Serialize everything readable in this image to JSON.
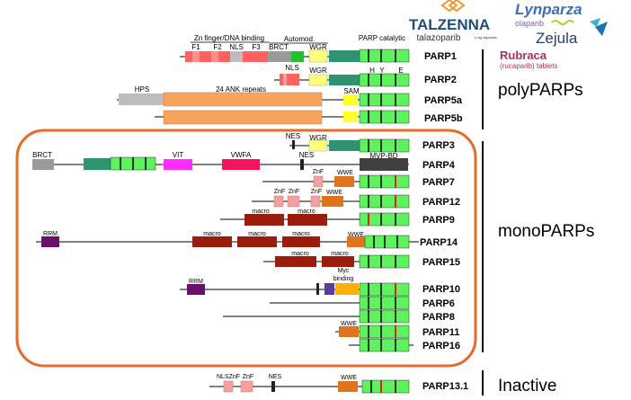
{
  "title": "",
  "drug_logos": {
    "talzenna": "TALZENNA",
    "talzenna_sub": "talazoparib",
    "talzenna_dose": "1 mg capsules",
    "lynparza": "Lynparza",
    "lynparza_sub": "olaparib",
    "zejula": "Zejula",
    "rubraca": "Rubraca",
    "rubraca_sub": "(rucaparib) tablets"
  },
  "group_labels": {
    "poly": "polyPARPs",
    "mono": "monoPARPs",
    "inactive": "Inactive"
  },
  "domain_top_labels": {
    "zn_finger": "Zn finger/DNA binding",
    "f1": "F1",
    "f2": "F2",
    "nls": "NLS",
    "f3": "F3",
    "brct": "BRCT",
    "automod": "Automod.",
    "wgr": "WGR",
    "parp_catalytic": "PARP catalytic",
    "h": "H",
    "y": "Y",
    "e": "E"
  },
  "proteins": [
    {
      "name": "PARP1"
    },
    {
      "name": "PARP2"
    },
    {
      "name": "PARP5a"
    },
    {
      "name": "PARP5b"
    },
    {
      "name": "PARP3"
    },
    {
      "name": "PARP4"
    },
    {
      "name": "PARP7"
    },
    {
      "name": "PARP12"
    },
    {
      "name": "PARP9"
    },
    {
      "name": "PARP14"
    },
    {
      "name": "PARP15"
    },
    {
      "name": "PARP10"
    },
    {
      "name": "PARP6"
    },
    {
      "name": "PARP8"
    },
    {
      "name": "PARP11"
    },
    {
      "name": "PARP16"
    },
    {
      "name": "PARP13.1"
    }
  ],
  "domain_labels": {
    "nls": "NLS",
    "wgr": "WGR",
    "hps": "HPS",
    "ank": "24 ANK repeats",
    "sam": "SAM",
    "nes": "NES",
    "brct": "BRCT",
    "vit": "VIT",
    "vwfa": "VWFA",
    "mvp": "MVP-BD",
    "znf": "ZnF",
    "wwe": "WWE",
    "macro": "macro",
    "rrm": "RRM",
    "myc": "Myc binding",
    "nls_znf": "NLSZnF"
  },
  "colors": {
    "catalytic": "#5ef25e",
    "wgr": "#ffff7a",
    "ank": "#f7a35c",
    "brct": "#9a9a9a",
    "macro": "#9b1c0c",
    "wwe": "#e0731c",
    "znf": "#f4a0a0",
    "rrm": "#6a0f6a",
    "vit": "#ff2bff",
    "vwfa": "#f2145c",
    "mvp": "#404040",
    "box": "#e8692a",
    "teal": "#2e9470"
  }
}
